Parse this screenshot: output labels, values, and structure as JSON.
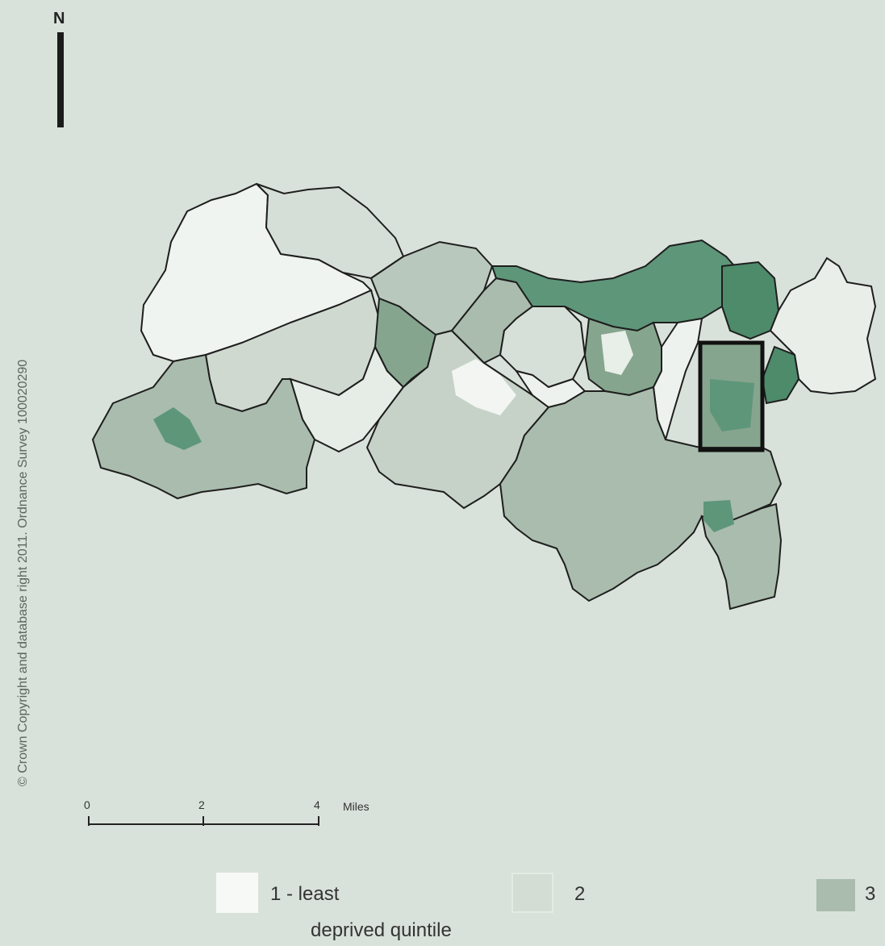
{
  "north_arrow": {
    "label": "N",
    "icon": "north-arrow-icon"
  },
  "copyright": "© Crown Copyright and database right 2011. Ordnance Survey 100020290",
  "scale_bar": {
    "ticks": [
      "0",
      "2",
      "4"
    ],
    "unit": "Miles"
  },
  "legend": {
    "items": [
      {
        "label": "1 - least",
        "label_cont": "deprived quintile",
        "color": "#f6f9f6"
      },
      {
        "label": "2",
        "color": "#d3ddd4"
      },
      {
        "label": "3",
        "color": "#a9bcad"
      }
    ]
  },
  "colors": {
    "background": "#d9e2da",
    "quintile_1": "#f3f6f3",
    "quintile_2": "#d0dbd1",
    "quintile_3": "#a9bcad",
    "quintile_4": "#86a58e",
    "quintile_5": "#4d8b6b",
    "boundary": "#1e1e1e"
  }
}
